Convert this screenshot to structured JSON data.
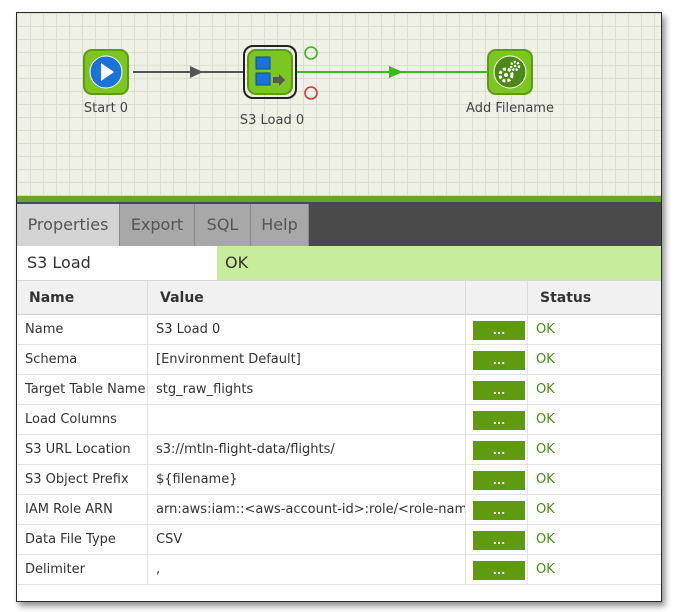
{
  "canvas": {
    "nodes": [
      {
        "label": "Start 0",
        "icon": "play-icon"
      },
      {
        "label": "S3 Load 0",
        "icon": "s3-load-icon"
      },
      {
        "label": "Add Filename",
        "icon": "gears-icon"
      }
    ]
  },
  "tabs": [
    "Properties",
    "Export",
    "SQL",
    "Help"
  ],
  "component": {
    "name": "S3 Load",
    "status": "OK"
  },
  "table": {
    "headers": [
      "Name",
      "Value",
      "",
      "Status"
    ],
    "button_label": "...",
    "rows": [
      {
        "name": "Name",
        "value": "S3 Load 0",
        "status": "OK"
      },
      {
        "name": "Schema",
        "value": "[Environment Default]",
        "status": "OK"
      },
      {
        "name": "Target Table Name",
        "value": "stg_raw_flights",
        "status": "OK"
      },
      {
        "name": "Load Columns",
        "value": "",
        "status": "OK"
      },
      {
        "name": "S3 URL Location",
        "value": "s3://mtln-flight-data/flights/",
        "status": "OK"
      },
      {
        "name": "S3 Object Prefix",
        "value": "${filename}",
        "status": "OK"
      },
      {
        "name": "IAM Role ARN",
        "value": "arn:aws:iam::<aws-account-id>:role/<role-name>",
        "status": "OK"
      },
      {
        "name": "Data File Type",
        "value": "CSV",
        "status": "OK"
      },
      {
        "name": "Delimiter",
        "value": ",",
        "status": "OK"
      }
    ]
  },
  "colors": {
    "accent": "#7cc61f",
    "status_ok": "#4d8a14",
    "status_bar": "#c7ed9c"
  }
}
